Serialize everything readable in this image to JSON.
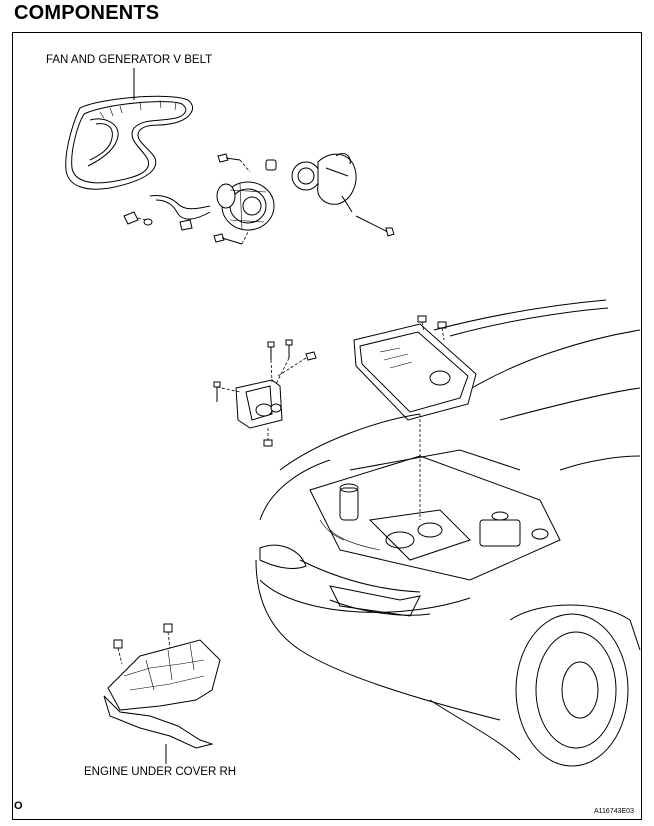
{
  "header": {
    "title": "COMPONENTS"
  },
  "labels": {
    "fan_belt": "FAN AND GENERATOR V BELT",
    "under_cover": "ENGINE UNDER COVER RH"
  },
  "footer": {
    "page_mark": "O",
    "figure_code": "A116743E03"
  }
}
